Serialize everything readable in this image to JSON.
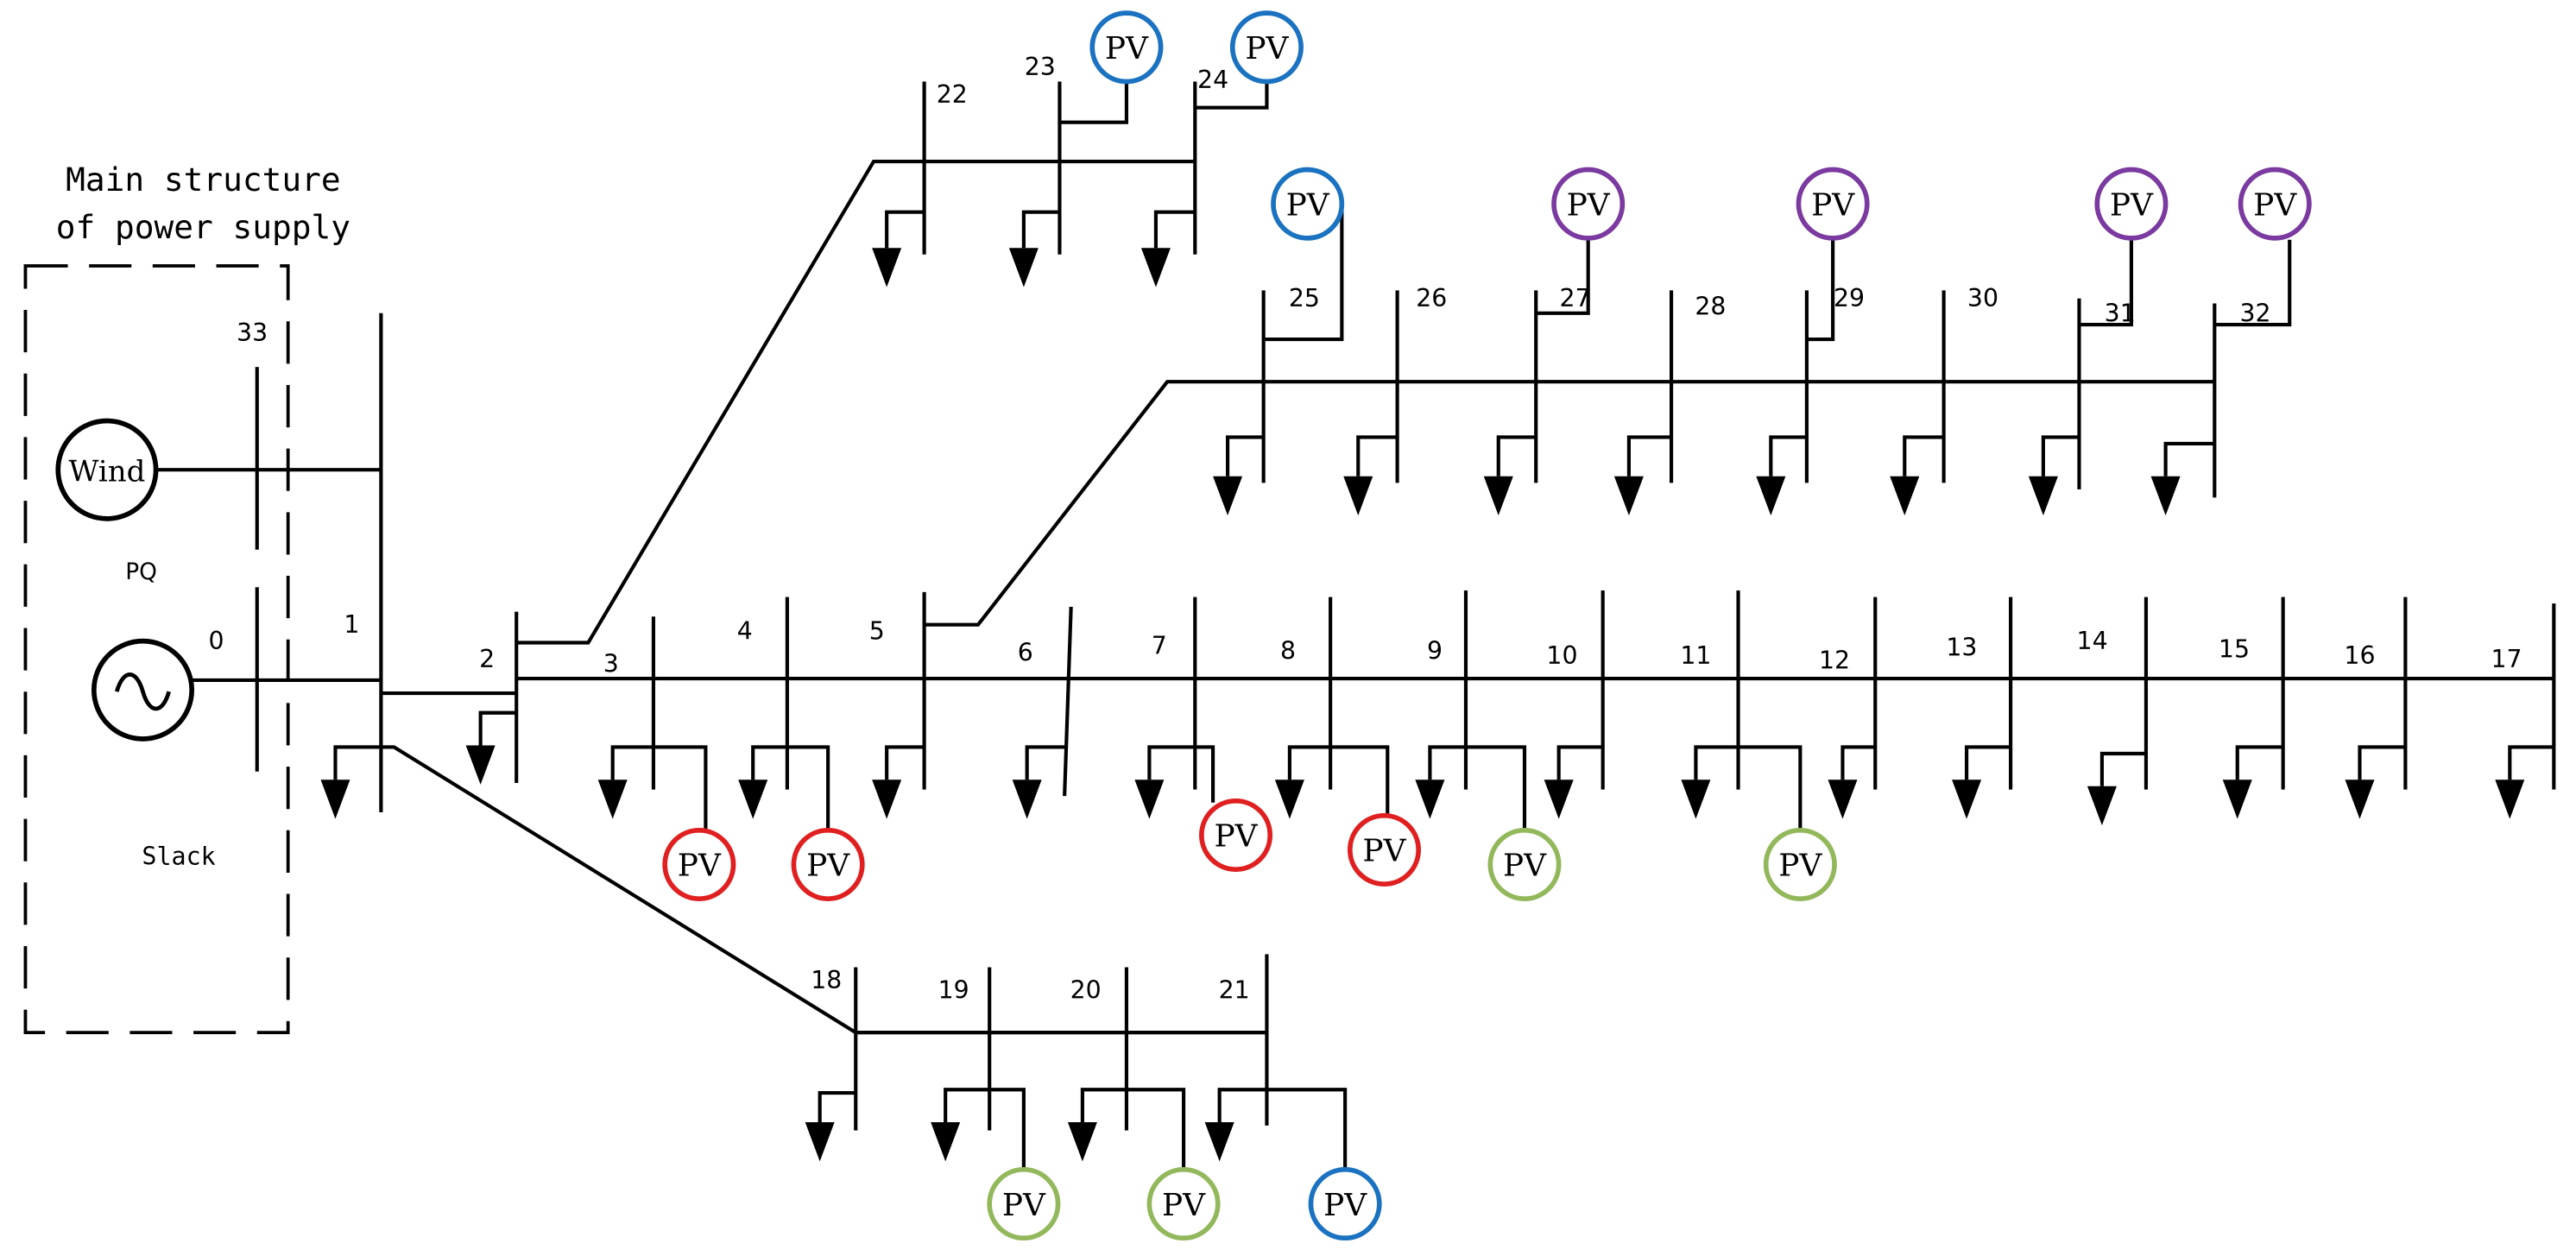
{
  "colors": {
    "line": "#000000",
    "pv_red": "#e02020",
    "pv_blue": "#1a72c0",
    "pv_purple": "#7b3aa0",
    "pv_green": "#93b85c"
  },
  "diagram": {
    "box_title_line1": "Main structure",
    "box_title_line2": "of power supply",
    "wind_label": "Wind",
    "pq_label": "PQ",
    "slack_label": "Slack",
    "pv_label": "PV",
    "generator_symbol": "~",
    "load_icon": "load-arrow-icon",
    "buses": [
      {
        "id": "b0",
        "label": "0"
      },
      {
        "id": "b1",
        "label": "1"
      },
      {
        "id": "b2",
        "label": "2"
      },
      {
        "id": "b3",
        "label": "3"
      },
      {
        "id": "b4",
        "label": "4"
      },
      {
        "id": "b5",
        "label": "5"
      },
      {
        "id": "b6",
        "label": "6"
      },
      {
        "id": "b7",
        "label": "7"
      },
      {
        "id": "b8",
        "label": "8"
      },
      {
        "id": "b9",
        "label": "9"
      },
      {
        "id": "b10",
        "label": "10"
      },
      {
        "id": "b11",
        "label": "11"
      },
      {
        "id": "b12",
        "label": "12"
      },
      {
        "id": "b13",
        "label": "13"
      },
      {
        "id": "b14",
        "label": "14"
      },
      {
        "id": "b15",
        "label": "15"
      },
      {
        "id": "b16",
        "label": "16"
      },
      {
        "id": "b17",
        "label": "17"
      },
      {
        "id": "b18",
        "label": "18"
      },
      {
        "id": "b19",
        "label": "19"
      },
      {
        "id": "b20",
        "label": "20"
      },
      {
        "id": "b21",
        "label": "21"
      },
      {
        "id": "b22",
        "label": "22"
      },
      {
        "id": "b23",
        "label": "23"
      },
      {
        "id": "b24",
        "label": "24"
      },
      {
        "id": "b25",
        "label": "25"
      },
      {
        "id": "b26",
        "label": "26"
      },
      {
        "id": "b27",
        "label": "27"
      },
      {
        "id": "b28",
        "label": "28"
      },
      {
        "id": "b29",
        "label": "29"
      },
      {
        "id": "b30",
        "label": "30"
      },
      {
        "id": "b31",
        "label": "31"
      },
      {
        "id": "b32",
        "label": "32"
      },
      {
        "id": "b33",
        "label": "33"
      }
    ]
  }
}
